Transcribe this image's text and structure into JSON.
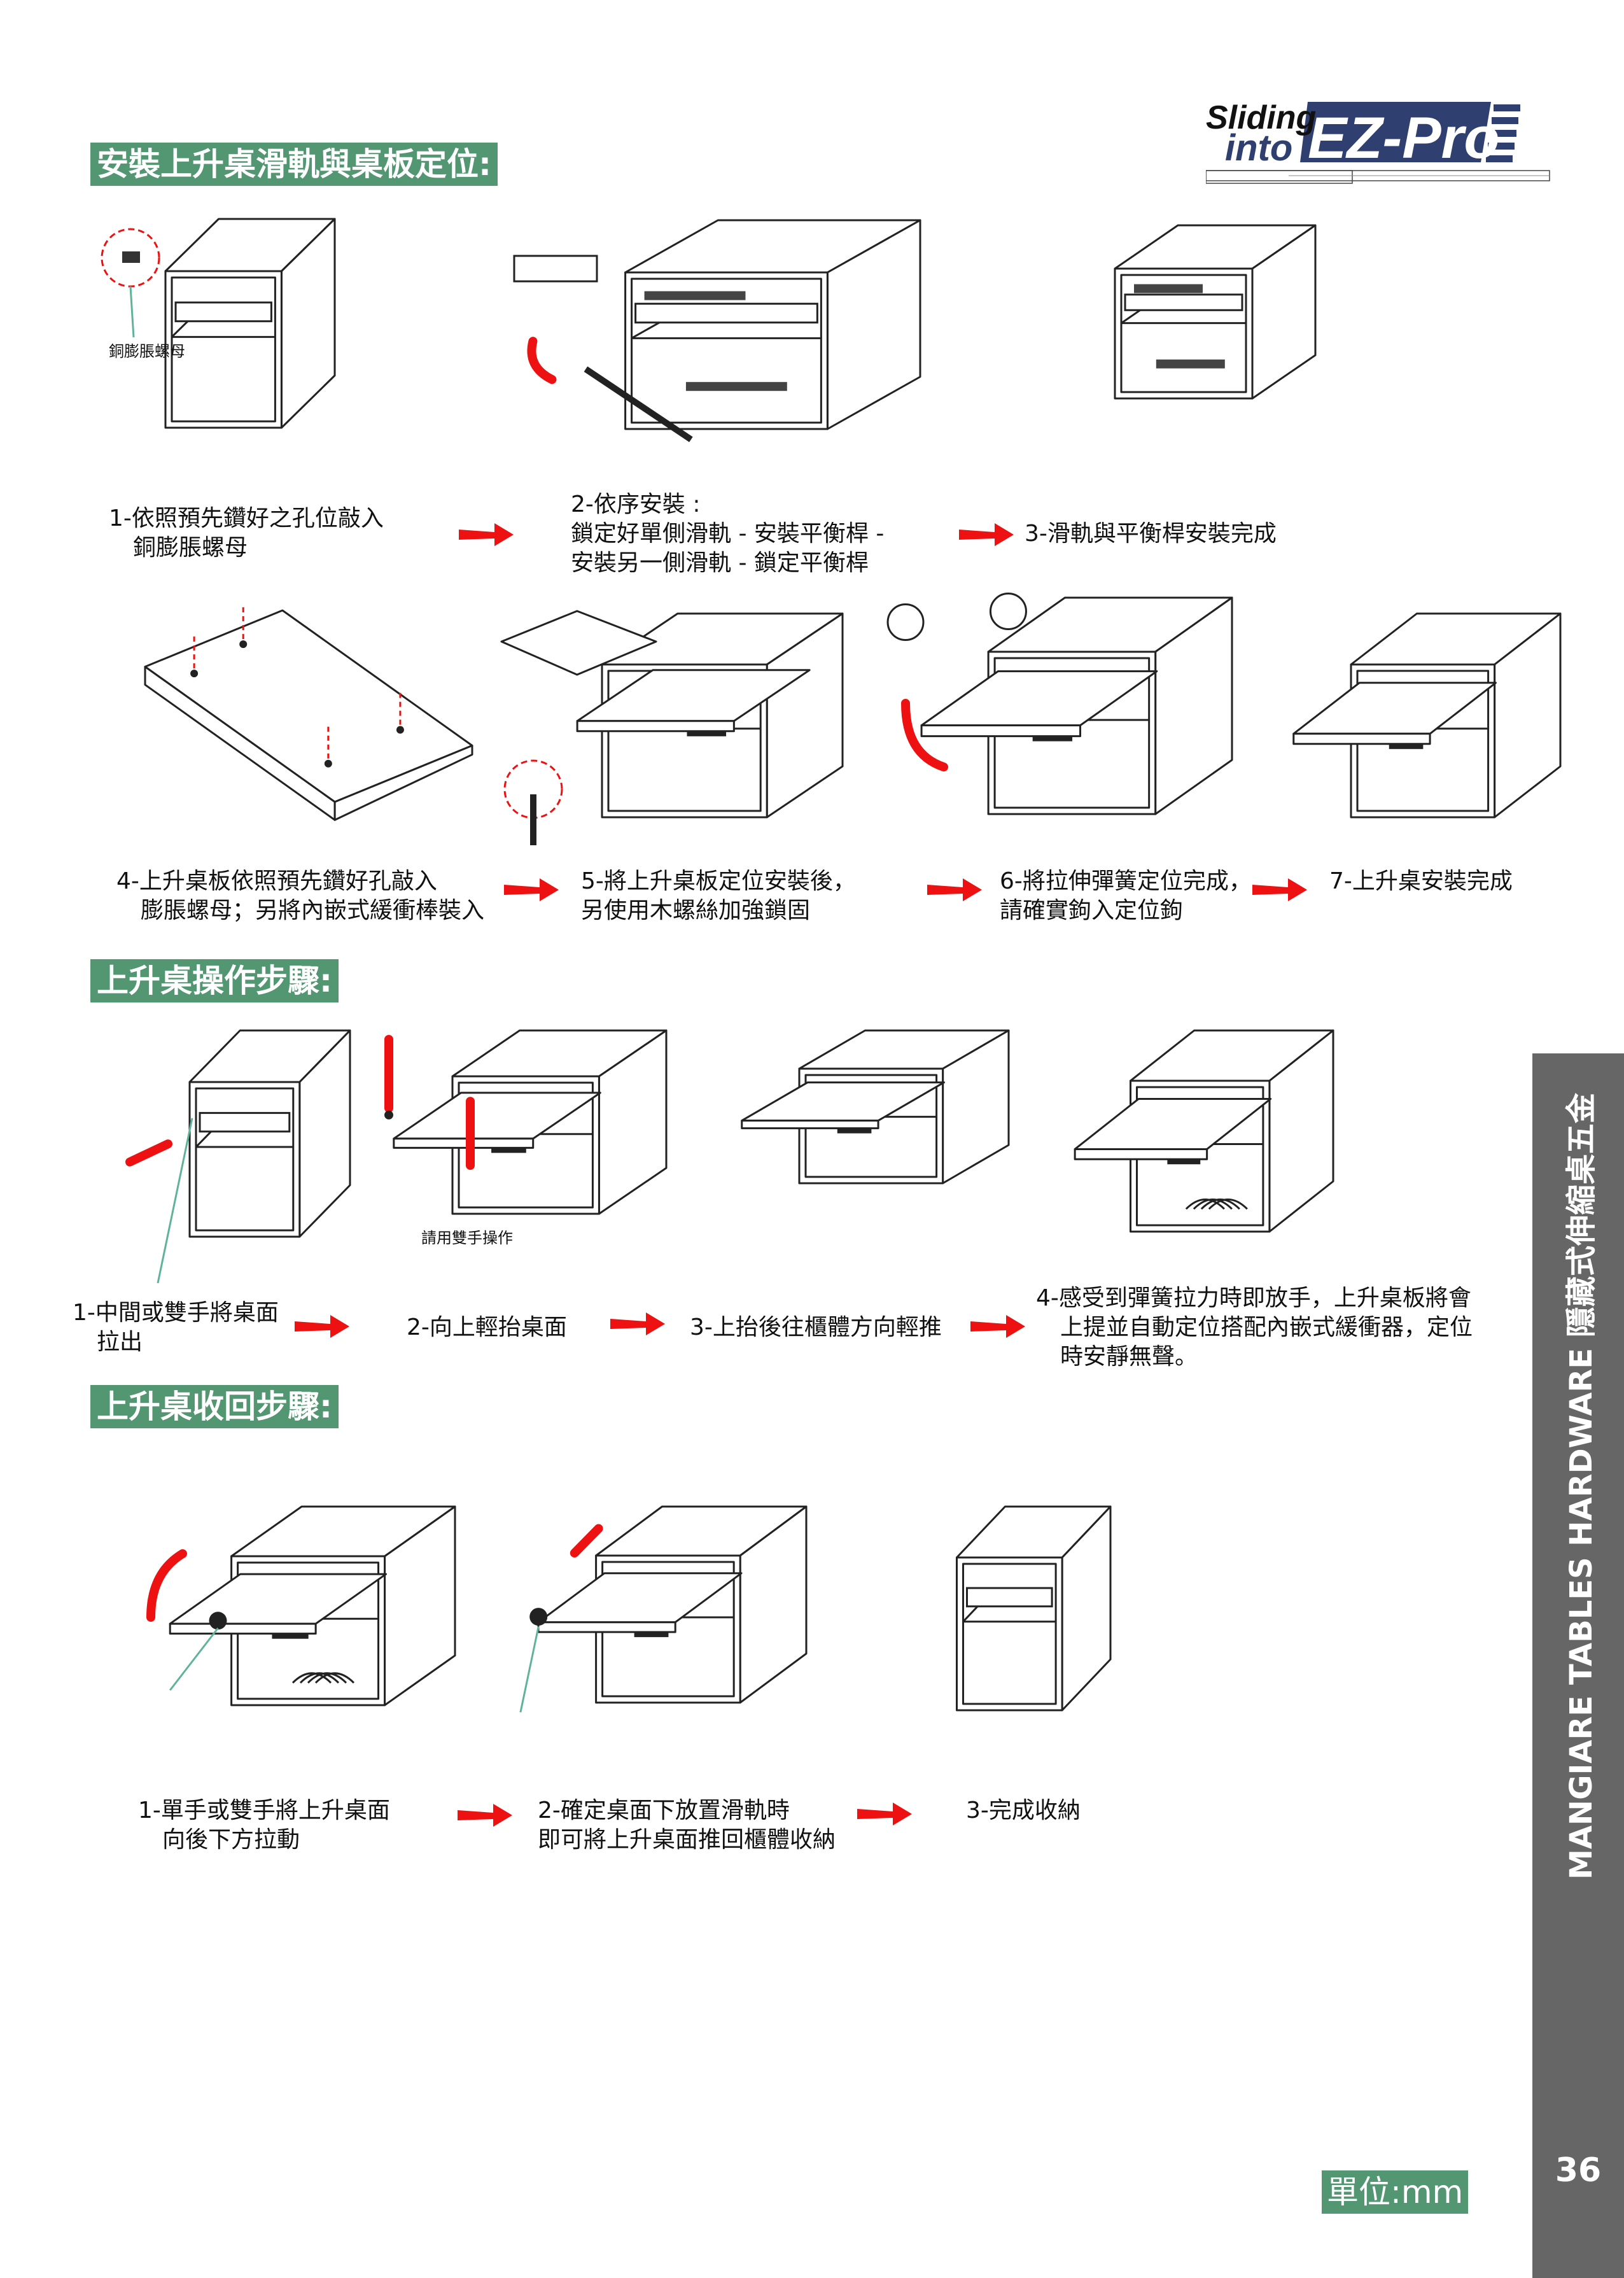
{
  "logo": {
    "line1": "Sliding",
    "line2": "into",
    "brand": "EZ-Pro"
  },
  "colors": {
    "accent_green": "#529672",
    "arrow_red": "#ee1111",
    "sidebar_gray": "#666666",
    "logo_blue": "#2f3f6f"
  },
  "sections": {
    "install": {
      "title": "安裝上升桌滑軌與桌板定位:",
      "callout": "銅膨脹螺母",
      "steps": [
        {
          "lines": [
            "1-依照預先鑽好之孔位敲入",
            "銅膨脹螺母"
          ]
        },
        {
          "lines": [
            "2-依序安裝 :",
            "鎖定好單側滑軌 - 安裝平衡桿 -",
            "安裝另一側滑軌 - 鎖定平衡桿"
          ]
        },
        {
          "lines": [
            "3-滑軌與平衡桿安裝完成"
          ]
        },
        {
          "lines": [
            "4-上升桌板依照預先鑽好孔敲入",
            "膨脹螺母；另將內嵌式緩衝棒裝入"
          ]
        },
        {
          "lines": [
            "5-將上升桌板定位安裝後，",
            "另使用木螺絲加強鎖固"
          ]
        },
        {
          "lines": [
            "6-將拉伸彈簧定位完成，",
            "請確實鉤入定位鉤"
          ]
        },
        {
          "lines": [
            "7-上升桌安裝完成"
          ]
        }
      ]
    },
    "operate": {
      "title": "上升桌操作步驟:",
      "callout": "請用雙手操作",
      "steps": [
        {
          "lines": [
            "1-中間或雙手將桌面",
            "拉出"
          ]
        },
        {
          "lines": [
            "2-向上輕抬桌面"
          ]
        },
        {
          "lines": [
            "3-上抬後往櫃體方向輕推"
          ]
        },
        {
          "lines": [
            "4-感受到彈簧拉力時即放手，上升桌板將會",
            "上提並自動定位搭配內嵌式緩衝器，定位",
            "時安靜無聲。"
          ]
        }
      ]
    },
    "retract": {
      "title": "上升桌收回步驟:",
      "steps": [
        {
          "lines": [
            "1-單手或雙手將上升桌面",
            "向後下方拉動"
          ]
        },
        {
          "lines": [
            "2-確定桌面下放置滑軌時",
            "即可將上升桌面推回櫃體收納"
          ]
        },
        {
          "lines": [
            "3-完成收納"
          ]
        }
      ]
    }
  },
  "sidebar": {
    "text": "MANGIARE TABLES HARDWARE 隱藏式伸縮桌五金"
  },
  "footer": {
    "unit": "單位:mm",
    "page_number": "36"
  }
}
